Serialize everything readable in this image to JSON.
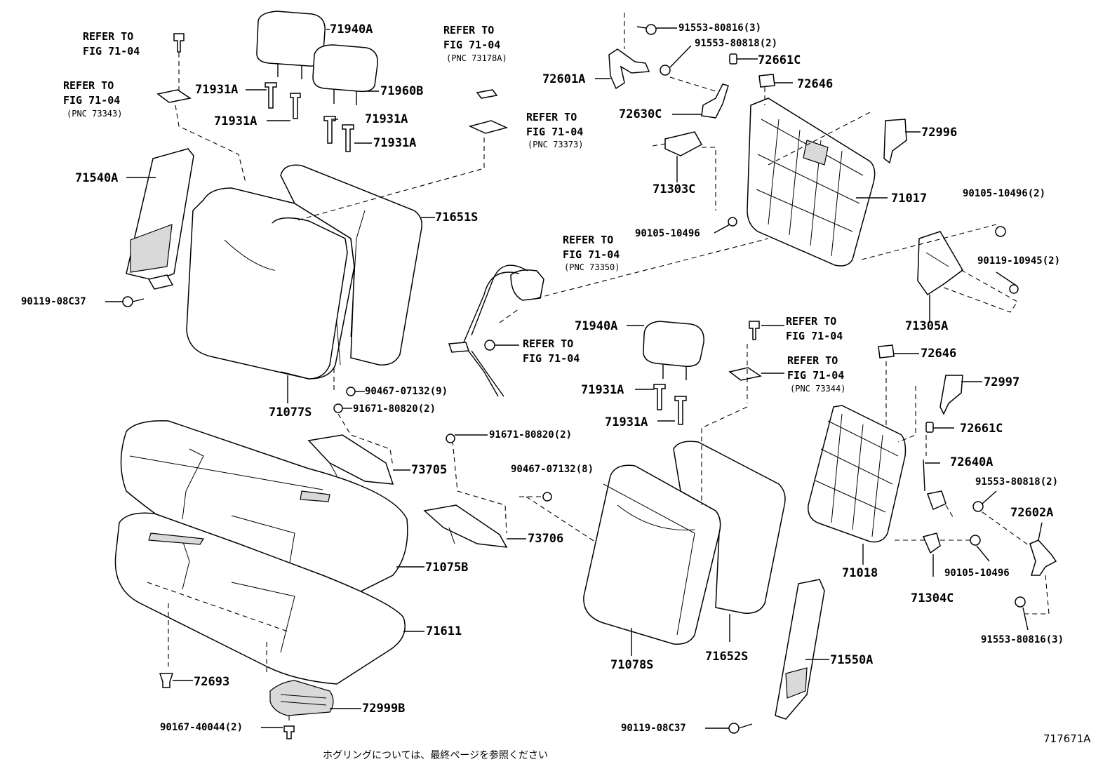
{
  "diagram": {
    "figure_id": "717671A",
    "footnote": "ホグリングについては、最終ページを参照ください",
    "parts": {
      "p71940A_a": "71940A",
      "p71931A_1": "71931A",
      "p71960B": "71960B",
      "p71931A_2": "71931A",
      "p71931A_3": "71931A",
      "p71931A_4": "71931A",
      "p71540A": "71540A",
      "p90119_08C37_a": "90119-08C37",
      "p71651S": "71651S",
      "p71077S": "71077S",
      "p90467_07132_9": "90467-07132(9)",
      "p91671_80820_a": "91671-80820(2)",
      "p91671_80820_b": "91671-80820(2)",
      "p73705": "73705",
      "p90467_07132_8": "90467-07132(8)",
      "p73706": "73706",
      "p71075B": "71075B",
      "p71611": "71611",
      "p72693": "72693",
      "p72999B": "72999B",
      "p90167_40044": "90167-40044(2)",
      "p91553_80816_3a": "91553-80816(3)",
      "p91553_80818_2a": "91553-80818(2)",
      "p72661C_a": "72661C",
      "p72601A": "72601A",
      "p72646_a": "72646",
      "p72630C": "72630C",
      "p72996": "72996",
      "p71303C": "71303C",
      "p71017": "71017",
      "p90105_10496_2": "90105-10496(2)",
      "p90105_10496_a": "90105-10496",
      "p90119_10945": "90119-10945(2)",
      "p71305A": "71305A",
      "p71940A_b": "71940A",
      "p71931A_5": "71931A",
      "p71931A_6": "71931A",
      "p72646_b": "72646",
      "p72997": "72997",
      "p72661C_b": "72661C",
      "p72640A": "72640A",
      "p91553_80818_2b": "91553-80818(2)",
      "p72602A": "72602A",
      "p71018": "71018",
      "p71304C": "71304C",
      "p90105_10496_b": "90105-10496",
      "p91553_80816_3b": "91553-80816(3)",
      "p71078S": "71078S",
      "p71652S": "71652S",
      "p71550A": "71550A",
      "p90119_08C37_b": "90119-08C37"
    },
    "refs": {
      "r1": "REFER TO\nFIG 71-04",
      "r2": "REFER TO\nFIG 71-04",
      "r2pnc": "(PNC 73343)",
      "r3": "REFER TO\nFIG 71-04",
      "r3pnc": "(PNC 73178A)",
      "r4": "REFER TO\nFIG 71-04",
      "r4pnc": "(PNC 73373)",
      "r5": "REFER TO\nFIG 71-04",
      "r5pnc": "(PNC 73350)",
      "r6": "REFER TO\nFIG 71-04",
      "r7": "REFER TO\nFIG 71-04",
      "r8": "REFER TO\nFIG 71-04",
      "r8pnc": "(PNC 73344)"
    }
  }
}
